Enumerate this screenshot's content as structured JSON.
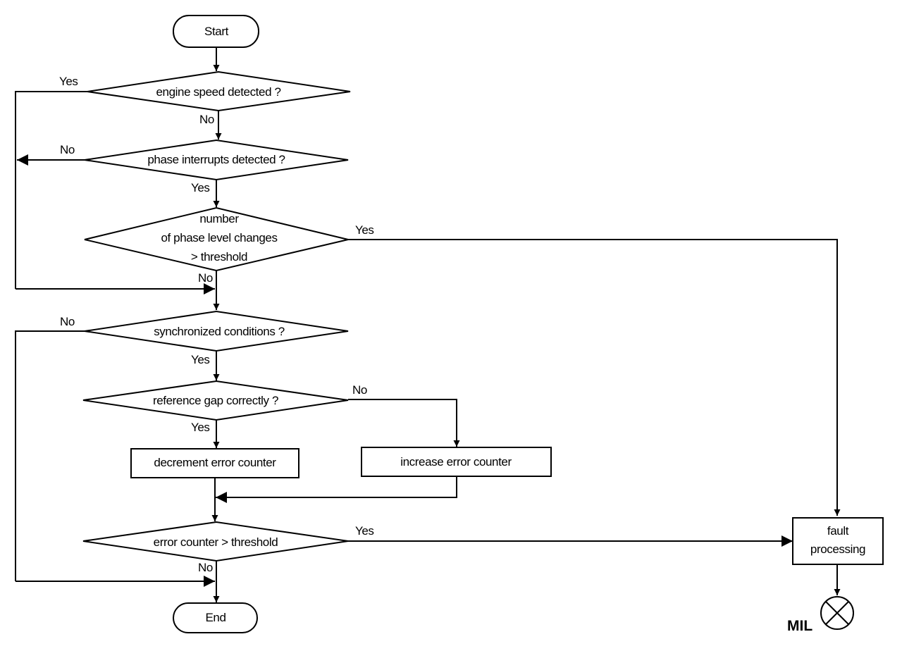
{
  "nodes": {
    "start": "Start",
    "engine_speed": "engine speed detected ?",
    "phase_interrupts": "phase interrupts detected ?",
    "phase_changes": [
      "number",
      "of phase level changes",
      "> threshold"
    ],
    "synchronized": "synchronized conditions ?",
    "reference_gap": "reference gap correctly ?",
    "decrement": "decrement error counter",
    "increase": "increase error counter",
    "error_counter": "error counter > threshold",
    "end": "End",
    "fault": [
      "fault",
      "processing"
    ],
    "mil": "MIL"
  },
  "edges": {
    "engine_speed_yes": "Yes",
    "engine_speed_no": "No",
    "phase_interrupts_no": "No",
    "phase_interrupts_yes": "Yes",
    "phase_changes_yes": "Yes",
    "phase_changes_no": "No",
    "synchronized_no": "No",
    "synchronized_yes": "Yes",
    "reference_gap_no": "No",
    "reference_gap_yes": "Yes",
    "error_counter_yes": "Yes",
    "error_counter_no": "No"
  }
}
